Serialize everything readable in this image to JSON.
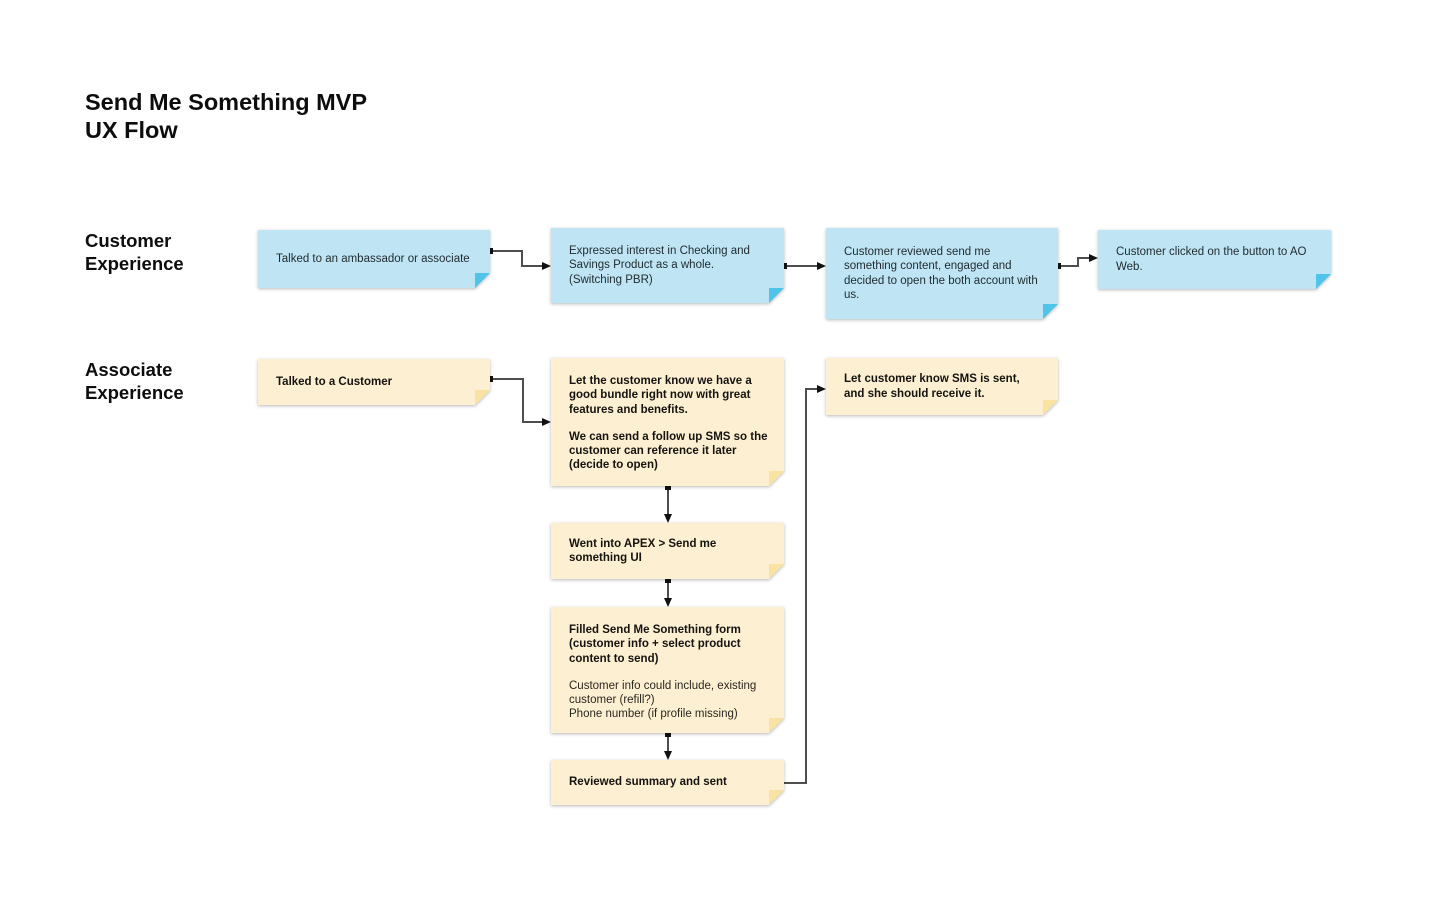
{
  "page": {
    "title": "Send Me Something MVP\nUX Flow"
  },
  "lanes": {
    "customer": {
      "label": "Customer\nExperience"
    },
    "associate": {
      "label": "Associate\nExperience"
    }
  },
  "notes": {
    "c1": {
      "text": "Talked to an ambassador or associate"
    },
    "c2": {
      "text": "Expressed interest in Checking and Savings Product as a whole. (Switching PBR)"
    },
    "c3": {
      "text": "Customer reviewed send me something content, engaged and decided to open the both account with us."
    },
    "c4": {
      "text": "Customer clicked on the button to AO Web."
    },
    "a1": {
      "text": "Talked to a Customer"
    },
    "a2": {
      "p1": "Let the customer know we have a good bundle right now with great features and benefits.",
      "p2": "We can send a follow up SMS so the customer can reference it later (decide to open)"
    },
    "a3": {
      "text": "Went into APEX > Send me something UI"
    },
    "a4": {
      "p1": "Filled Send Me Something form (customer info + select product content to send)",
      "p2": "Customer info could include, existing customer (refill?)",
      "p3": "Phone number (if profile missing)"
    },
    "a5": {
      "text": "Reviewed summary and sent"
    },
    "a6": {
      "text": "Let customer know SMS is sent, and she should receive it."
    }
  },
  "colors": {
    "customer_note": "#bfe5f4",
    "customer_fold": "#50c3e8",
    "associate_note": "#fdf0d2",
    "associate_fold": "#f9e2a2",
    "connector_line": "#4d4d4d",
    "connector_end": "#111111"
  }
}
